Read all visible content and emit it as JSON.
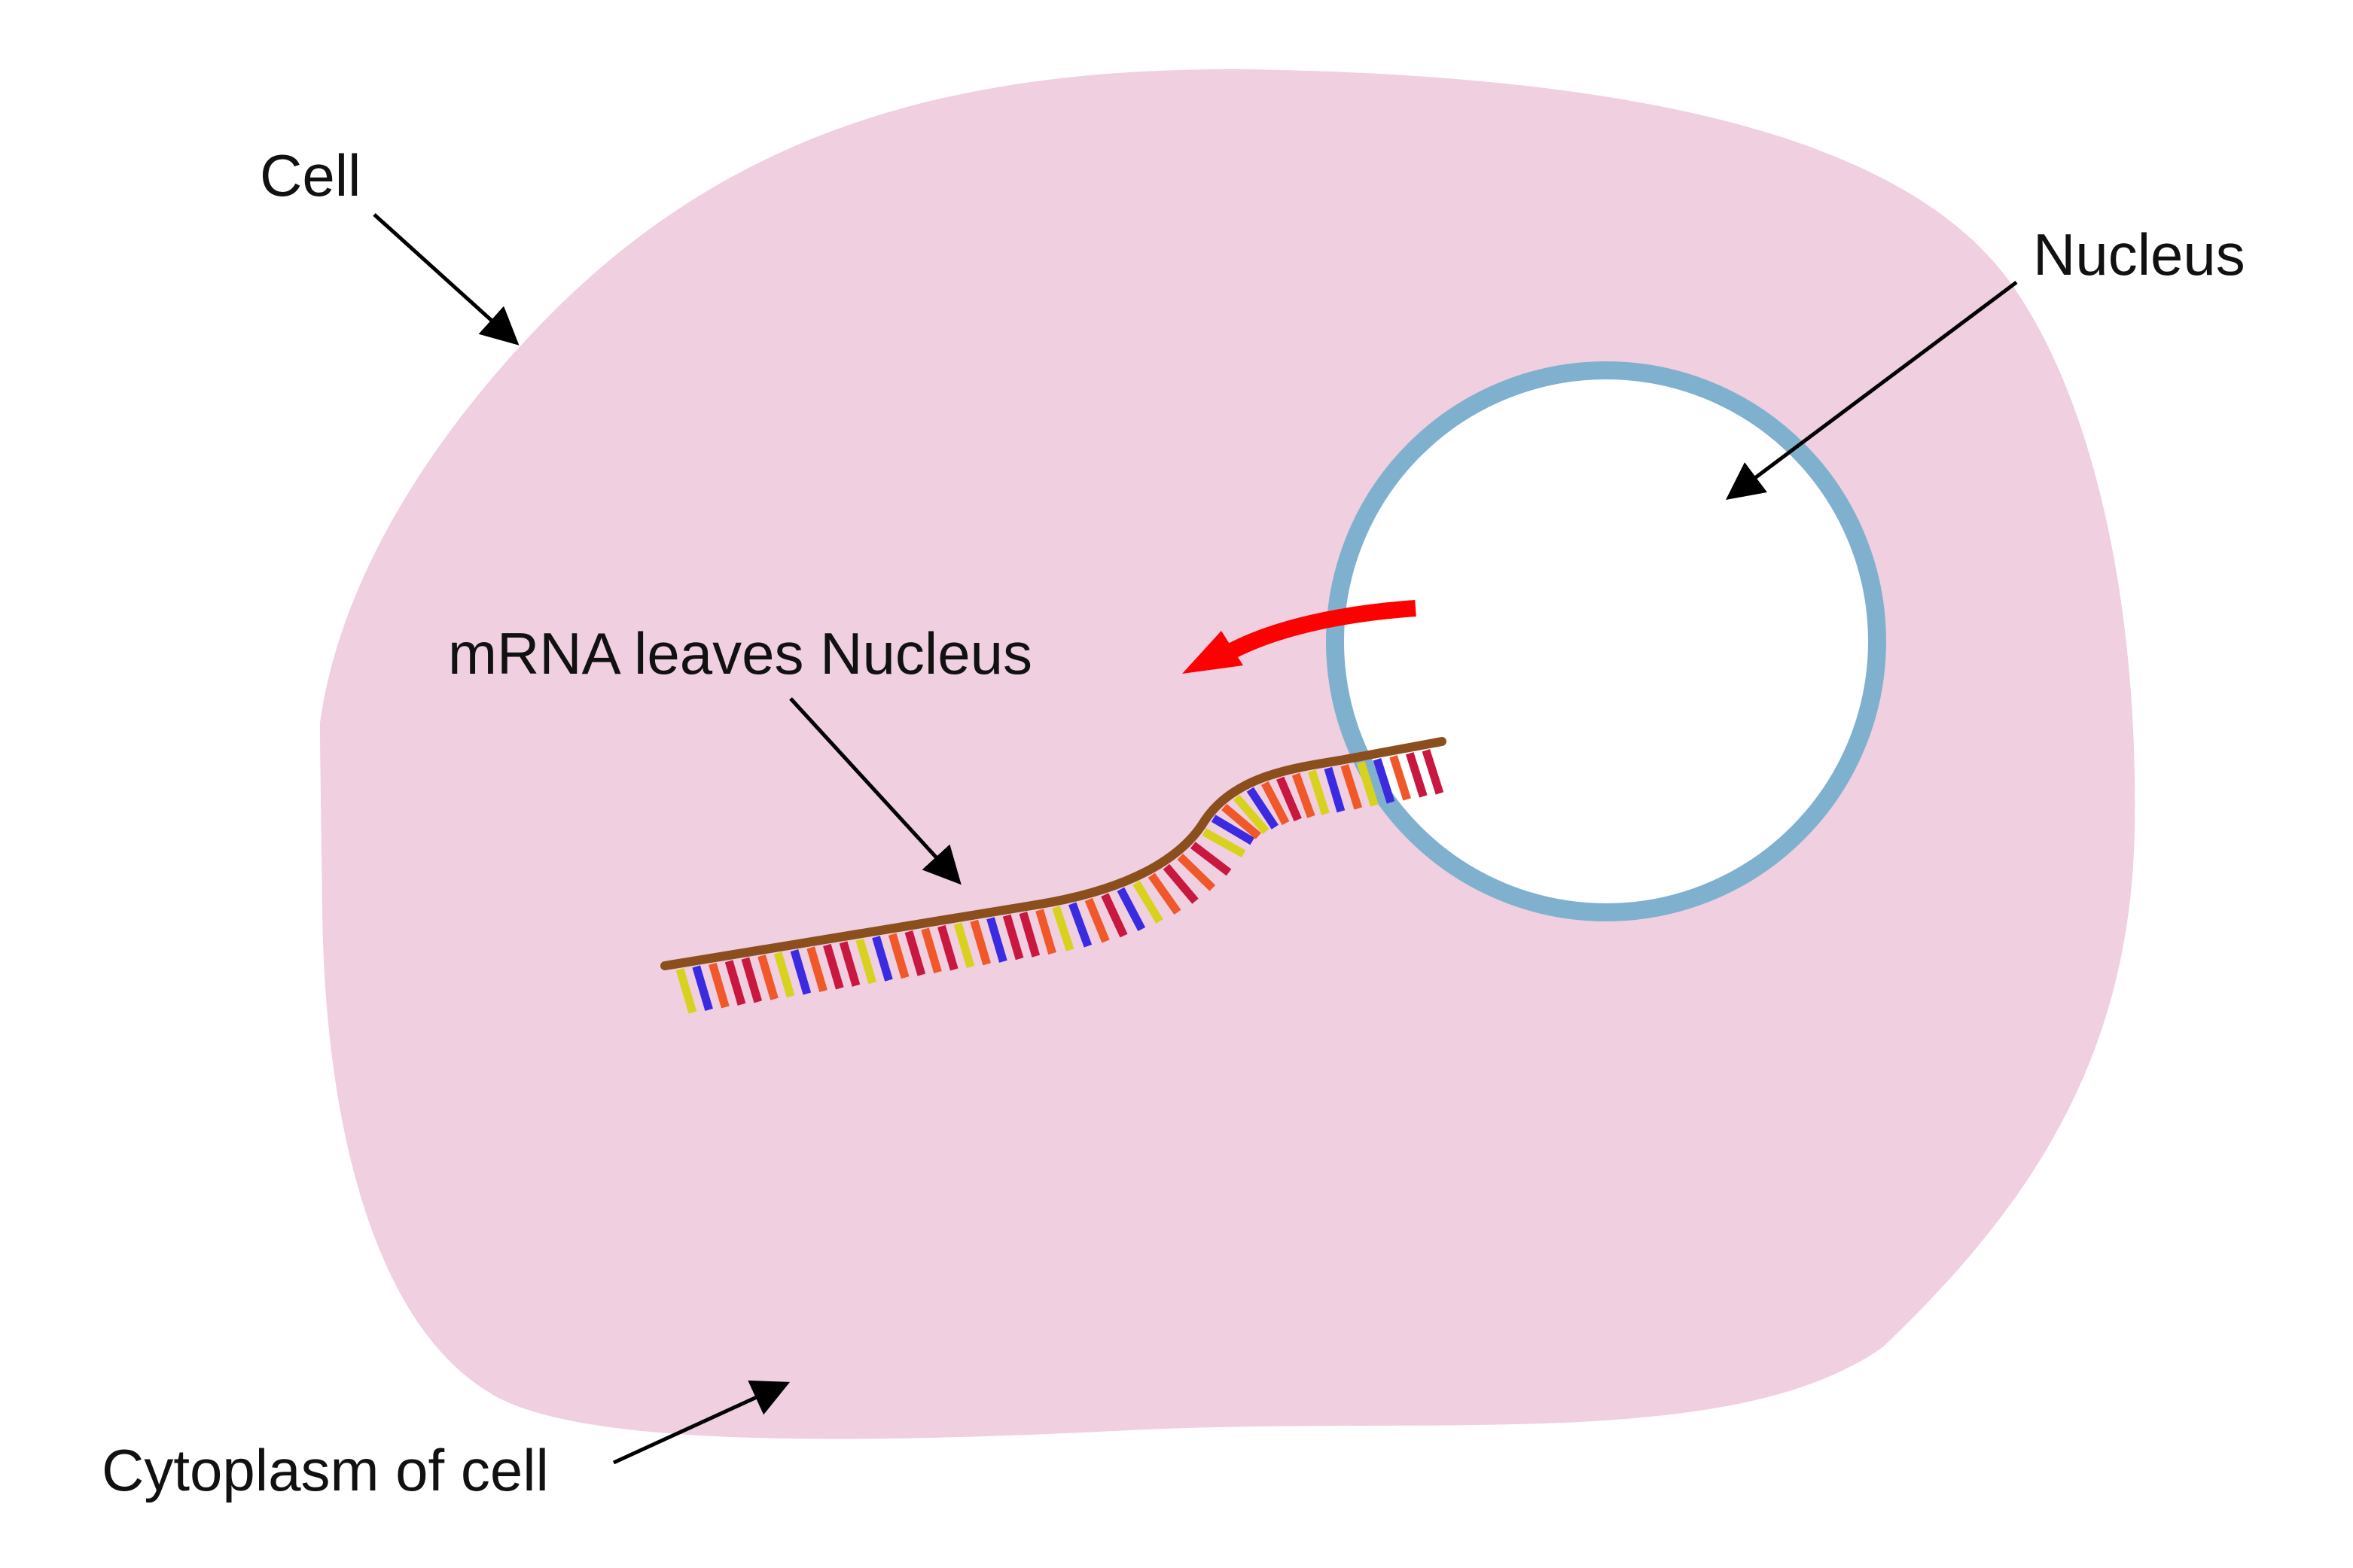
{
  "labels": {
    "cell": "Cell",
    "nucleus": "Nucleus",
    "mrna": "mRNA leaves Nucleus",
    "cytoplasm": "Cytoplasm of cell"
  },
  "colors": {
    "cytoplasm": "#efcfe0",
    "nucleus_membrane": "#7fb1cf",
    "nucleus_fill": "#ffffff",
    "mrna_backbone": "#8b4f1e",
    "export_arrow": "#ff0000",
    "label_arrow": "#000000",
    "bases": [
      "#d8d21e",
      "#3b2be0",
      "#f0582a",
      "#c9183f"
    ]
  },
  "icons": {
    "export_arrow": "red-curved-arrow-icon",
    "pointer": "black-arrow-icon"
  }
}
